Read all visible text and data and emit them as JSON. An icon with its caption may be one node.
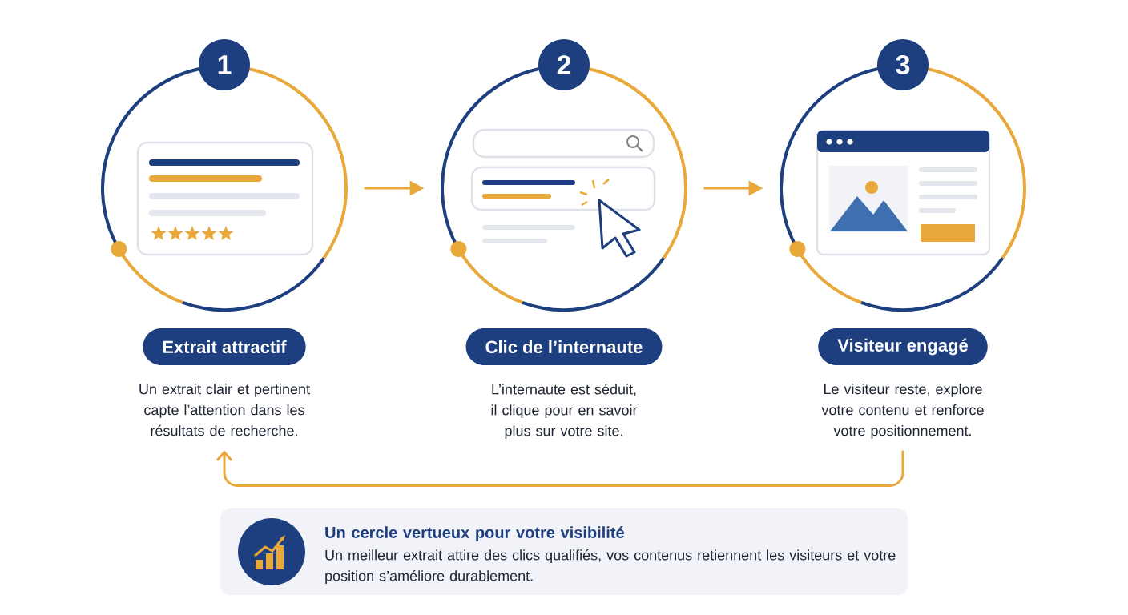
{
  "diagram": {
    "nodes": [
      {
        "text": [
          "1"
        ]
      },
      {
        "text": [
          "Extrait attractif"
        ],
        "beside": [
          "Un extrait clair et pertinent capte l’attention dans les résultats de recherche."
        ]
      },
      {
        "text": [
          "2"
        ]
      },
      {
        "text": [
          "Clic de l’internaute"
        ],
        "beside": [
          "L’internaute est séduit, il clique pour en savoir plus sur votre site."
        ]
      },
      {
        "text": [
          "3"
        ]
      },
      {
        "text": [
          "Visiteur engagé"
        ],
        "beside": [
          "Le visiteur reste, explore votre contenu et renforce votre positionnement."
        ]
      },
      {
        "text": [
          "Un cercle vertueux pour votre visibilité",
          "Un meilleur extrait attire des clics qualifiés, vos contenus retiennent les visiteurs et votre position s’améliore durablement."
        ]
      }
    ],
    "edges": [
      {
        "from": 0,
        "to": 2,
        "arrow": "to"
      },
      {
        "from": 2,
        "to": 4,
        "arrow": "to"
      },
      {
        "from": 5,
        "to": 1,
        "arrow": "to"
      }
    ]
  }
}
